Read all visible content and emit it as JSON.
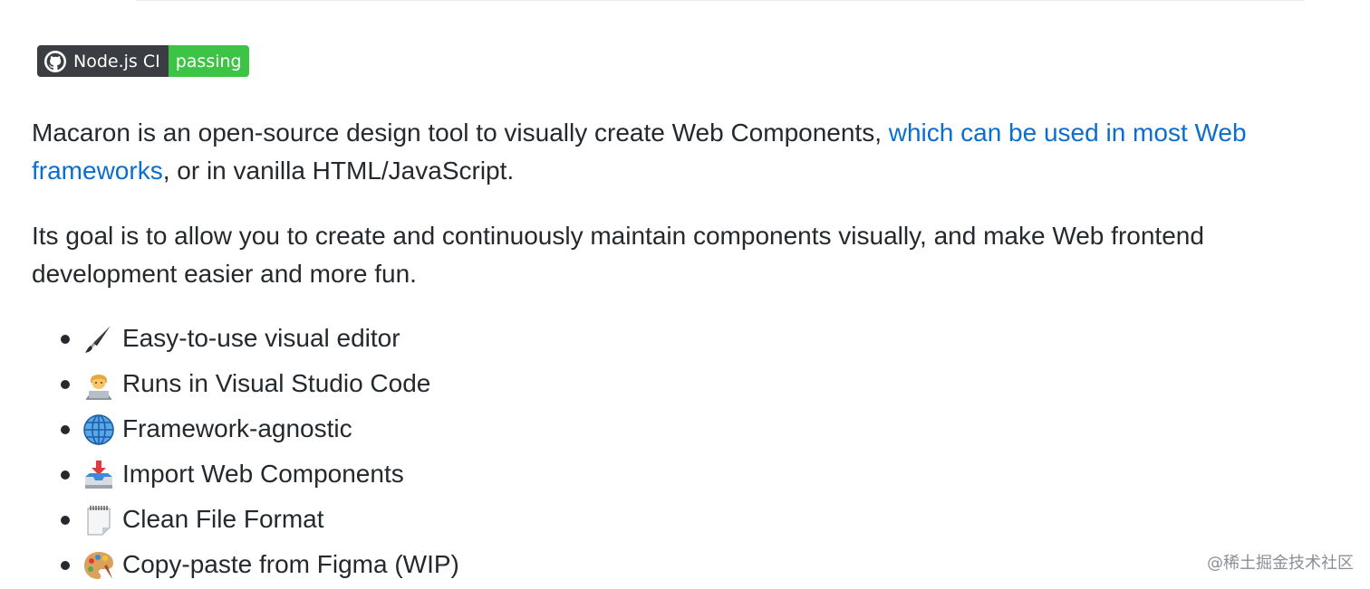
{
  "badge": {
    "icon": "github-icon",
    "label": "Node.js CI",
    "status": "passing",
    "label_bg": "#3a3d41",
    "status_bg": "#3cc444"
  },
  "intro": {
    "before_link": "Macaron is an open-source design tool to visually create Web Components, ",
    "link_text": "which can be used in most Web frameworks",
    "after_link": ", or in vanilla HTML/JavaScript.",
    "link_color": "#0a6ed1"
  },
  "goal": {
    "text": "Its goal is to allow you to create and continuously maintain components visually, and make Web frontend development easier and more fun."
  },
  "features": [
    {
      "icon": "paintbrush-icon",
      "label": "Easy-to-use visual editor"
    },
    {
      "icon": "technologist-icon",
      "label": "Runs in Visual Studio Code"
    },
    {
      "icon": "globe-icon",
      "label": "Framework-agnostic"
    },
    {
      "icon": "inbox-tray-icon",
      "label": "Import Web Components"
    },
    {
      "icon": "notepad-icon",
      "label": "Clean File Format"
    },
    {
      "icon": "artist-palette-icon",
      "label": "Copy-paste from Figma (WIP)"
    }
  ],
  "watermark": "@稀土掘金技术社区"
}
